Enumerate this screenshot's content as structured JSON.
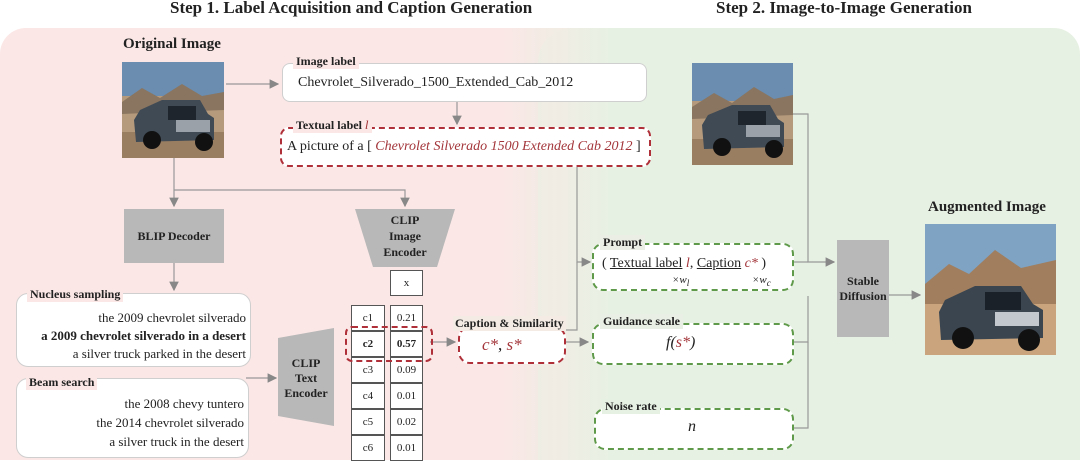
{
  "titles": {
    "step1": "Step 1. Label Acquisition and Caption Generation",
    "step2": "Step 2. Image-to-Image Generation"
  },
  "headings": {
    "original_image": "Original Image",
    "augmented_image": "Augmented Image"
  },
  "image_label": {
    "title": "Image label",
    "value": "Chevrolet_Silverado_1500_Extended_Cab_2012"
  },
  "textual_label": {
    "title": "Textual label",
    "symbol": "l",
    "prefix": "A picture of a [",
    "value": "Chevrolet Silverado 1500 Extended Cab 2012",
    "suffix": "]"
  },
  "blocks": {
    "blip": "BLIP Decoder",
    "clip_image_line1": "CLIP",
    "clip_image_line2": "Image",
    "clip_image_line3": "Encoder",
    "clip_text_line1": "CLIP",
    "clip_text_line2": "Text",
    "clip_text_line3": "Encoder",
    "stable_line1": "Stable",
    "stable_line2": "Diffusion"
  },
  "nucleus": {
    "title": "Nucleus  sampling",
    "captions": [
      "the 2009 chevrolet silverado",
      "a 2009 chevrolet silverado in a desert",
      "a silver truck parked in the desert"
    ]
  },
  "beam": {
    "title": "Beam search",
    "captions": [
      "the 2008 chevy tuntero",
      "the 2014 chevrolet silverado",
      "a silver truck in the desert"
    ]
  },
  "similarity_table": {
    "x_label": "x",
    "captions": [
      "c1",
      "c2",
      "c3",
      "c4",
      "c5",
      "c6"
    ],
    "scores": [
      "0.21",
      "0.57",
      "0.09",
      "0.01",
      "0.02",
      "0.01"
    ]
  },
  "caption_similarity": {
    "title": "Caption & Similarity",
    "c_symbol": "c*",
    "s_symbol": "s*",
    "separator": ","
  },
  "prompt": {
    "title": "Prompt",
    "open": "(",
    "part1": "Textual label",
    "part1_symbol": "l",
    "comma": ",",
    "part2": "Caption",
    "part2_symbol": "c*",
    "close": ")",
    "weight1": "×w",
    "weight1_sub": "l",
    "weight2": "×w",
    "weight2_sub": "c"
  },
  "guidance": {
    "title": "Guidance scale",
    "expr_f": "f(",
    "expr_s": "s*",
    "expr_close": ")"
  },
  "noise": {
    "title": "Noise rate",
    "value": "n"
  },
  "colors": {
    "left_panel": "#fbe7e6",
    "right_panel": "#e7f1e3",
    "red_dash": "#b0303a",
    "green_dash": "#5f9a4a"
  }
}
